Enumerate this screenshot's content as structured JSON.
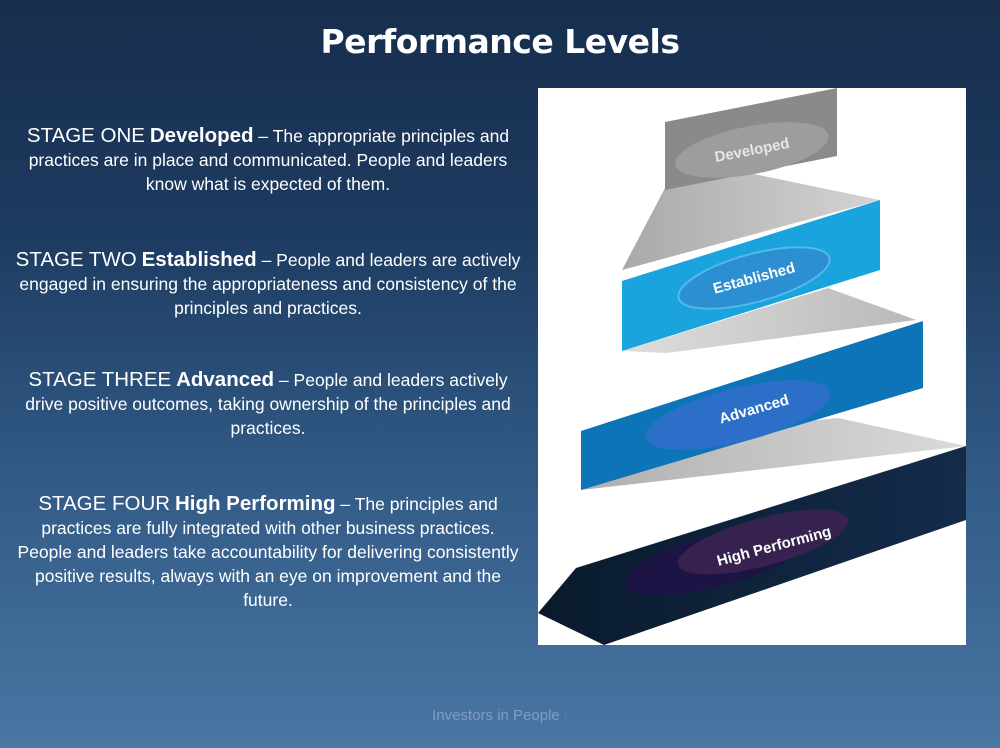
{
  "page_title": "Performance Levels",
  "stages": [
    {
      "label": "STAGE ONE",
      "name": "Developed",
      "dash": "–",
      "description": "The appropriate principles and practices are in place and communicated. People and leaders know what is expected of them."
    },
    {
      "label": "STAGE TWO",
      "name": "Established",
      "dash": "–",
      "description": "People and leaders are actively engaged in ensuring the appropriateness and consistency of the principles and practices."
    },
    {
      "label": "STAGE THREE",
      "name": "Advanced",
      "dash": "–",
      "description": "People and leaders actively drive positive outcomes, taking ownership of the principles and practices."
    },
    {
      "label": "STAGE FOUR",
      "name": "High Performing",
      "dash": "–",
      "description": "The principles and practices are fully integrated with other business practices. People and leaders take accountability for delivering consistently positive results, always with an eye on improvement and the future."
    }
  ],
  "diagram": {
    "levels": [
      "Developed",
      "Established",
      "Advanced",
      "High Performing"
    ],
    "colors": {
      "developed": "#8a8a8a",
      "established": "#1aa3dc",
      "advanced": "#0e74b8",
      "high_performing": "#0d1f36",
      "connector": "#c8c8c8"
    }
  },
  "footer": {
    "text": "Investors in People",
    "mark": "|"
  }
}
